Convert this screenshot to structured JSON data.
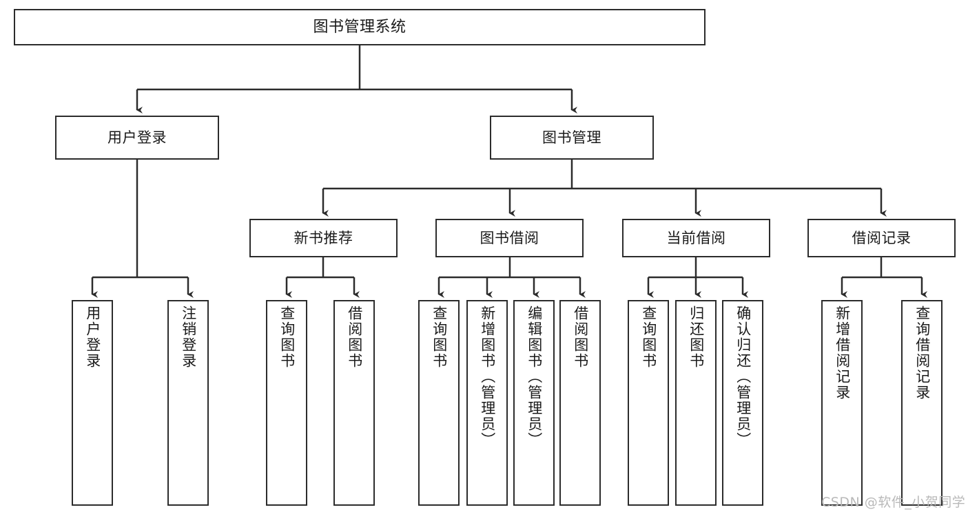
{
  "diagram": {
    "type": "tree-hierarchy-chart",
    "title": "图书管理系统",
    "stroke_color": "#2b2b2b",
    "fill_color": "#ffffff",
    "text_color": "#1a1a1a",
    "levels": {
      "root": {
        "label": "图书管理系统"
      },
      "level2": [
        {
          "label": "用户登录"
        },
        {
          "label": "图书管理"
        }
      ],
      "level3": [
        {
          "label": "新书推荐"
        },
        {
          "label": "图书借阅"
        },
        {
          "label": "当前借阅"
        },
        {
          "label": "借阅记录"
        }
      ],
      "leaves": [
        {
          "label": "用户登录",
          "parent": "用户登录"
        },
        {
          "label": "注销登录",
          "parent": "用户登录"
        },
        {
          "label": "查询图书",
          "parent": "新书推荐"
        },
        {
          "label": "借阅图书",
          "parent": "新书推荐"
        },
        {
          "label": "查询图书",
          "parent": "图书借阅"
        },
        {
          "label": "新增图书（管理员）",
          "parent": "图书借阅"
        },
        {
          "label": "编辑图书（管理员）",
          "parent": "图书借阅"
        },
        {
          "label": "借阅图书",
          "parent": "图书借阅"
        },
        {
          "label": "查询图书",
          "parent": "当前借阅"
        },
        {
          "label": "归还图书",
          "parent": "当前借阅"
        },
        {
          "label": "确认归还（管理员）",
          "parent": "当前借阅"
        },
        {
          "label": "新增借阅记录",
          "parent": "借阅记录"
        },
        {
          "label": "查询借阅记录",
          "parent": "借阅记录"
        }
      ]
    }
  },
  "watermark": {
    "text": "CSDN @软件_小贺同学",
    "color": "#b9b9b9"
  }
}
